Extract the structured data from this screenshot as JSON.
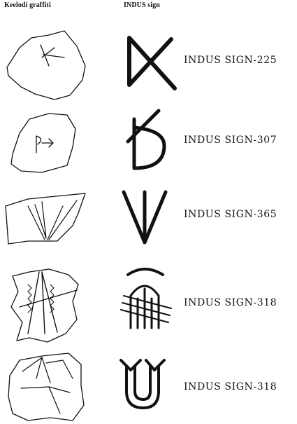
{
  "header": {
    "graffiti_col": "Keelodi graffiti",
    "sign_col": "INDUS sign"
  },
  "rows": [
    {
      "label": "INDUS SIGN-225"
    },
    {
      "label": "INDUS SIGN-307"
    },
    {
      "label": "INDUS SIGN-365"
    },
    {
      "label": "INDUS SIGN-318"
    },
    {
      "label": "INDUS SIGN-318"
    }
  ]
}
